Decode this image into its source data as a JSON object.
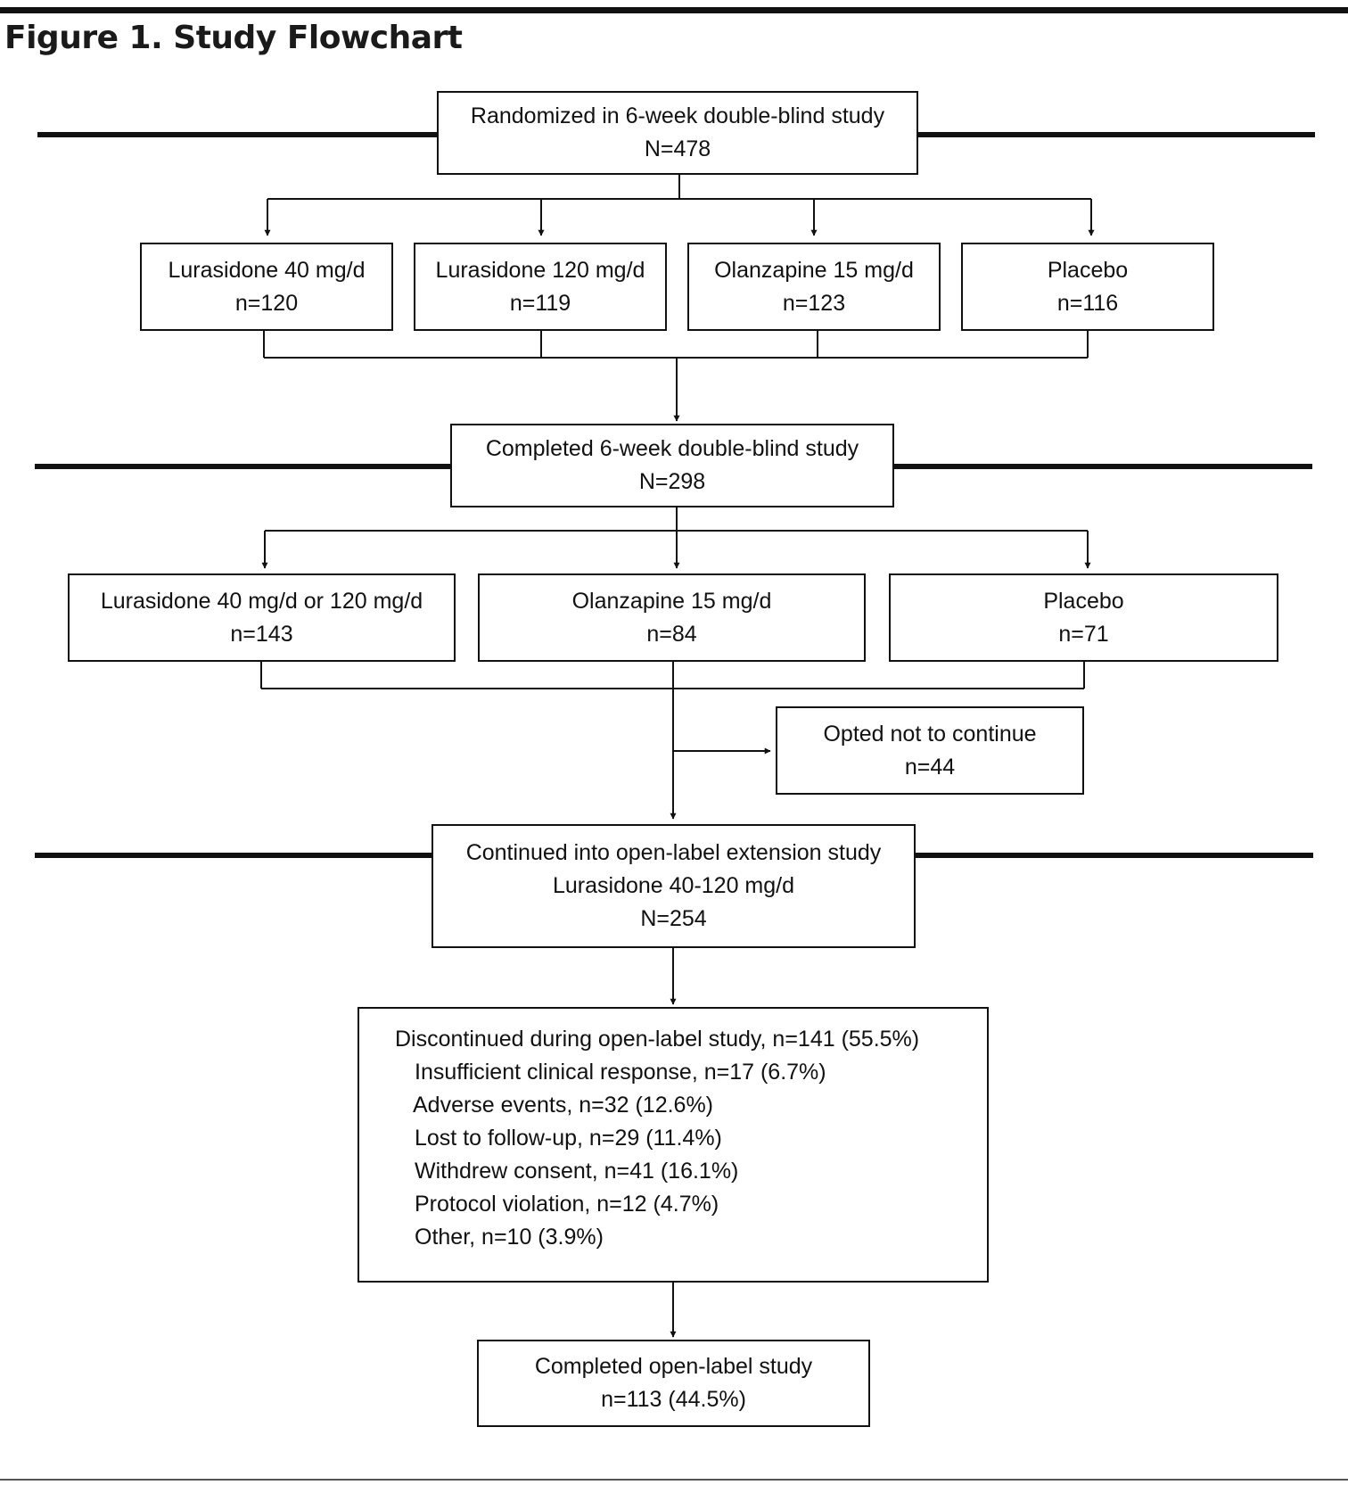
{
  "figure": {
    "title": "Figure 1. Study Flowchart"
  },
  "randomized": {
    "line1": "Randomized in 6-week double-blind study",
    "line2": "N=478"
  },
  "arms_db": [
    {
      "line1": "Lurasidone 40 mg/d",
      "line2": "n=120"
    },
    {
      "line1": "Lurasidone 120 mg/d",
      "line2": "n=119"
    },
    {
      "line1": "Olanzapine 15 mg/d",
      "line2": "n=123"
    },
    {
      "line1": "Placebo",
      "line2": "n=116"
    }
  ],
  "completed_db": {
    "line1": "Completed 6-week double-blind study",
    "line2": "N=298"
  },
  "arms_completed": [
    {
      "line1": "Lurasidone 40 mg/d or 120 mg/d",
      "line2": "n=143"
    },
    {
      "line1": "Olanzapine 15 mg/d",
      "line2": "n=84"
    },
    {
      "line1": "Placebo",
      "line2": "n=71"
    }
  ],
  "opted_out": {
    "line1": "Opted not to continue",
    "line2": "n=44"
  },
  "extension": {
    "line1": "Continued into open-label extension study",
    "line2": "Lurasidone 40-120 mg/d",
    "line3": "N=254"
  },
  "discontinued": {
    "header": "Discontinued during open-label study, n=141 (55.5%)",
    "reasons": [
      "Insufficient clinical response, n=17 (6.7%)",
      "Adverse events, n=32 (12.6%)",
      "Lost to follow-up, n=29 (11.4%)",
      "Withdrew consent, n=41 (16.1%)",
      "Protocol violation, n=12 (4.7%)",
      "Other, n=10 (3.9%)"
    ]
  },
  "completed_ol": {
    "line1": "Completed open-label study",
    "line2": "n=113 (44.5%)"
  }
}
